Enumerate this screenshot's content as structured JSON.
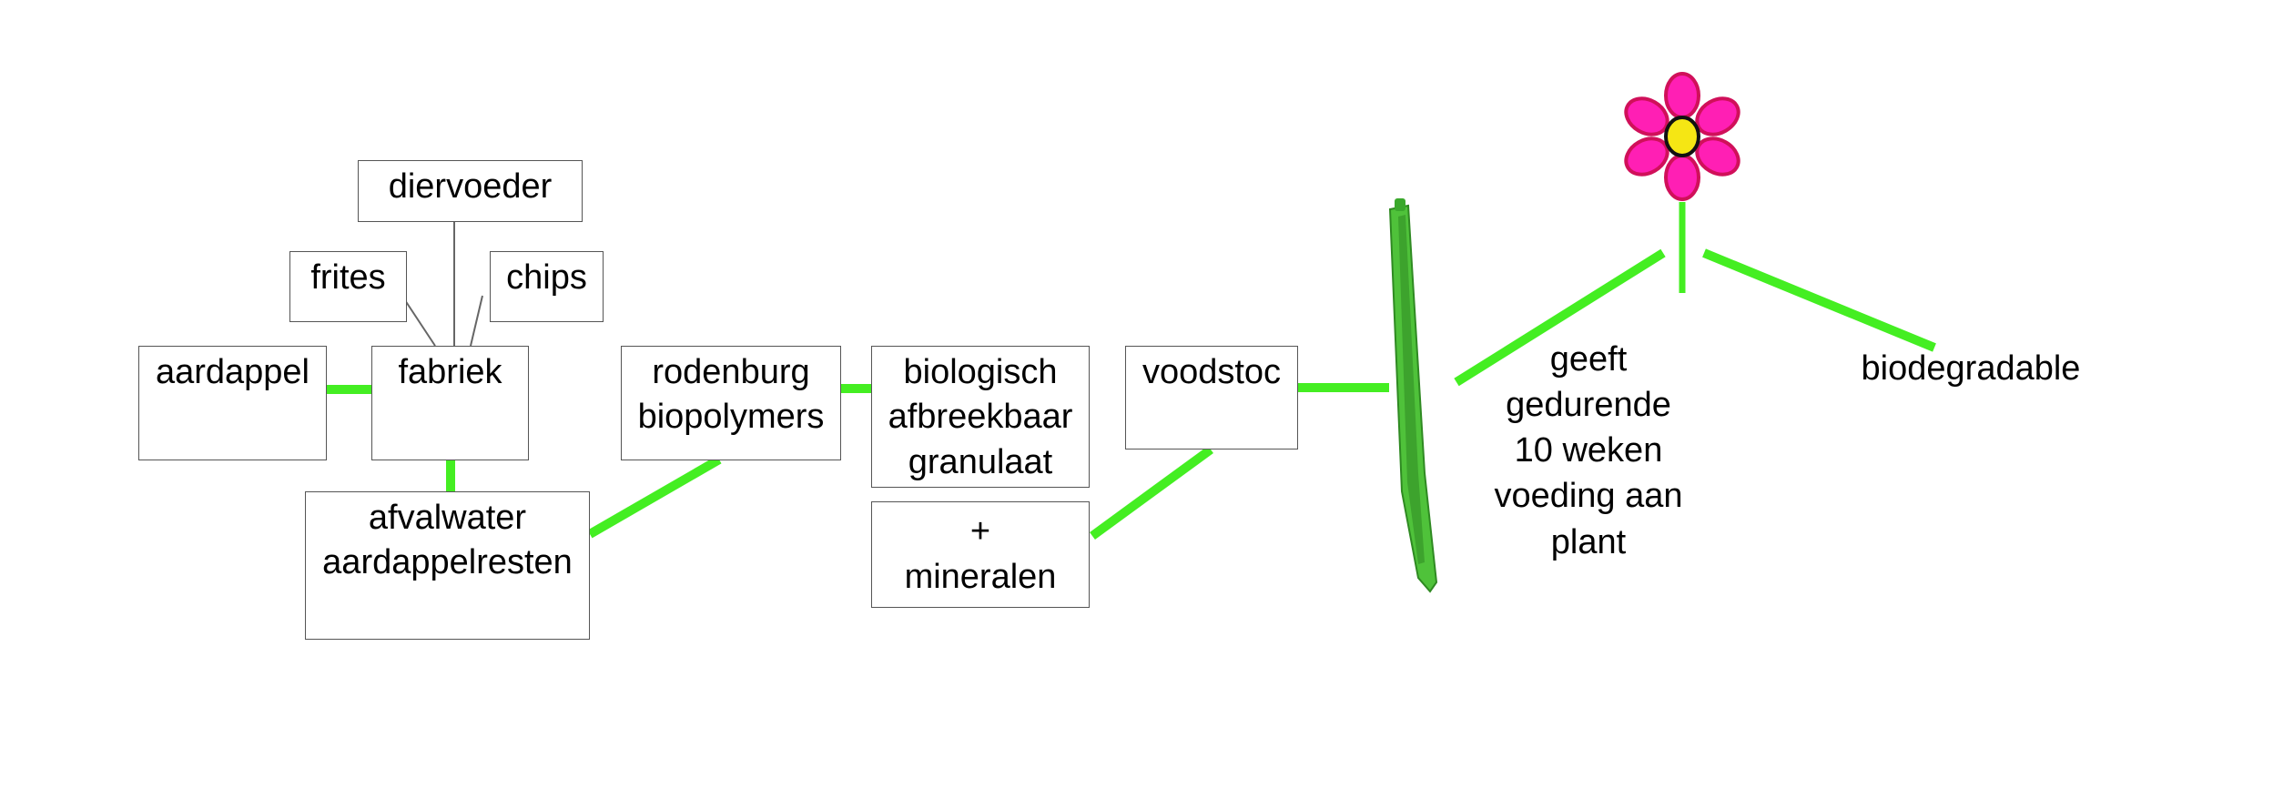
{
  "nodes": {
    "diervoeder": "diervoeder",
    "frites": "frites",
    "chips": "chips",
    "aardappel": "aardappel",
    "fabriek": "fabriek",
    "afvalwater": "afvalwater\naardappelresten",
    "rodenburg": "rodenburg\nbiopolymers",
    "granulaat": "biologisch\nafbreekbaar\ngranulaat",
    "mineralen": "+\nmineralen",
    "voodstoc": "voodstoc"
  },
  "labels": {
    "feeding": "geeft\ngedurende\n10 weken\nvoeding aan\nplant",
    "biodegradable": "biodegradable"
  },
  "colors": {
    "connector": "#44ee22",
    "thin_line": "#666666",
    "box_border": "#555555",
    "stick": "#4fc23a",
    "stick_dark": "#2f8a22",
    "petal": "#ff1fb4",
    "petal_edge": "#d0105a",
    "flower_center": "#f5e614"
  }
}
